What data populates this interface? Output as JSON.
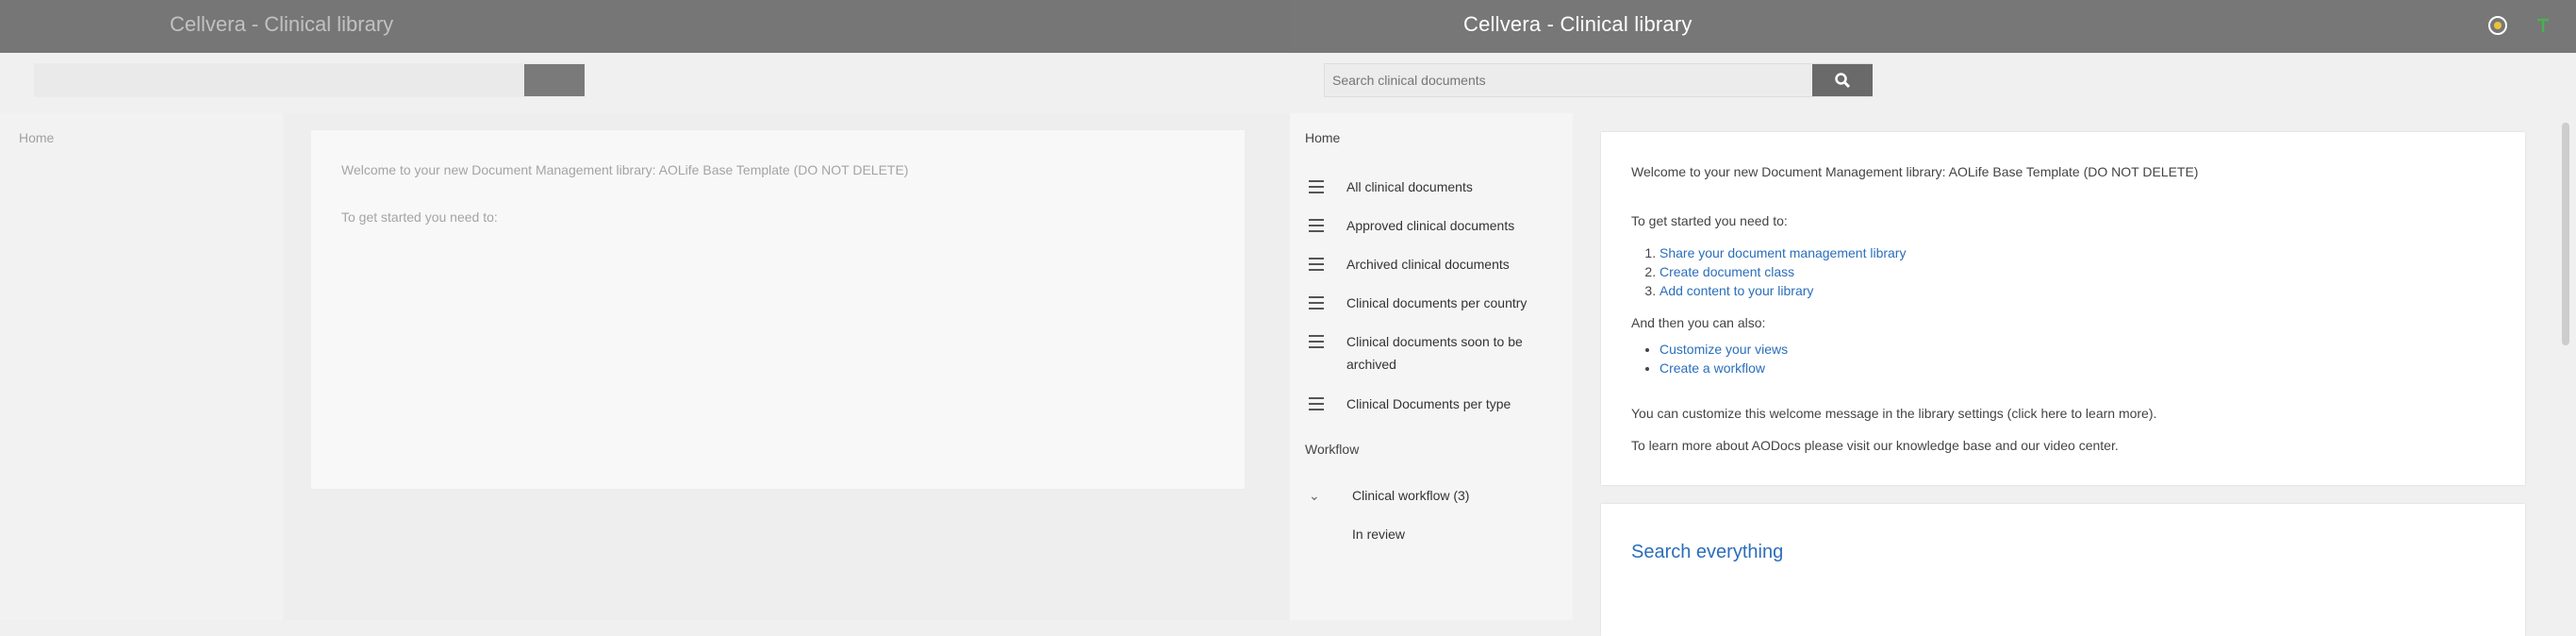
{
  "app": {
    "title": "Cellvera - Clinical library"
  },
  "search": {
    "placeholder": "Search clinical documents"
  },
  "nav": {
    "home_label": "Home",
    "views": [
      {
        "label": "All clinical documents"
      },
      {
        "label": "Approved clinical documents"
      },
      {
        "label": "Archived clinical documents"
      },
      {
        "label": "Clinical documents per country"
      },
      {
        "label": "Clinical documents soon to be",
        "label2": "archived"
      },
      {
        "label": "Clinical Documents per type"
      }
    ],
    "workflow_header": "Workflow",
    "workflow_group": "Clinical workflow (3)",
    "workflow_items": [
      {
        "label": "In review"
      }
    ]
  },
  "welcome": {
    "intro": "Welcome to your new Document Management library: AOLife Base Template (DO NOT DELETE)",
    "get_started": "To get started you need to:",
    "steps": [
      "Share your document management library",
      "Create document class",
      "Add content to your library"
    ],
    "then": "And then you can also:",
    "extras": [
      "Customize your views",
      "Create a workflow"
    ],
    "customize_text": "You can customize this welcome message in the library settings (click here to learn more).",
    "learn_text": "To learn more about AODocs please visit our knowledge base and our video center."
  },
  "section2": {
    "title": "Search everything"
  },
  "colors": {
    "topbar": "#777777",
    "link": "#2a6ebb",
    "workflow_green": "#3a9a3a"
  },
  "icons": {
    "help": "help-icon",
    "apps": "apps-icon",
    "search": "search-icon",
    "hamburger": "view-list-icon",
    "chevron": "chevron-down-icon"
  }
}
